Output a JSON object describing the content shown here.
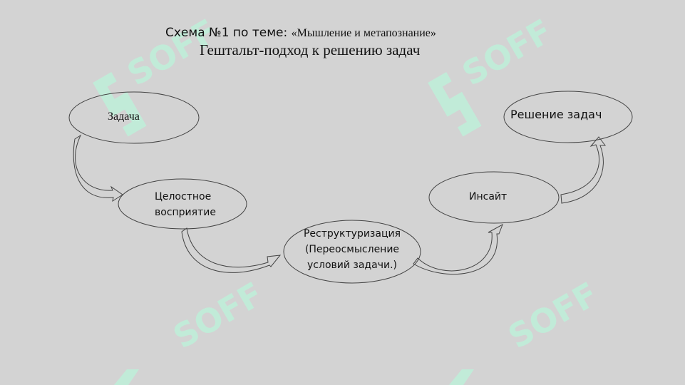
{
  "header": {
    "title_prefix": "Схема №1 по теме: ",
    "title_topic": "«Мышление и метапознание»",
    "subtitle": "Гештальт-подход к решению задач"
  },
  "watermark": {
    "text": "SOFF",
    "color": "#bff0da"
  },
  "nodes": {
    "task": "Задача",
    "perception_line1": "Целостное",
    "perception_line2": "восприятие",
    "restructuring_line1": "Реструктуризация",
    "restructuring_line2": "(Переосмысление",
    "restructuring_line3": "условий задачи.)",
    "insight": "Инсайт",
    "solution": "Решение задач"
  },
  "colors": {
    "background": "#d3d3d3",
    "stroke": "#444444"
  }
}
